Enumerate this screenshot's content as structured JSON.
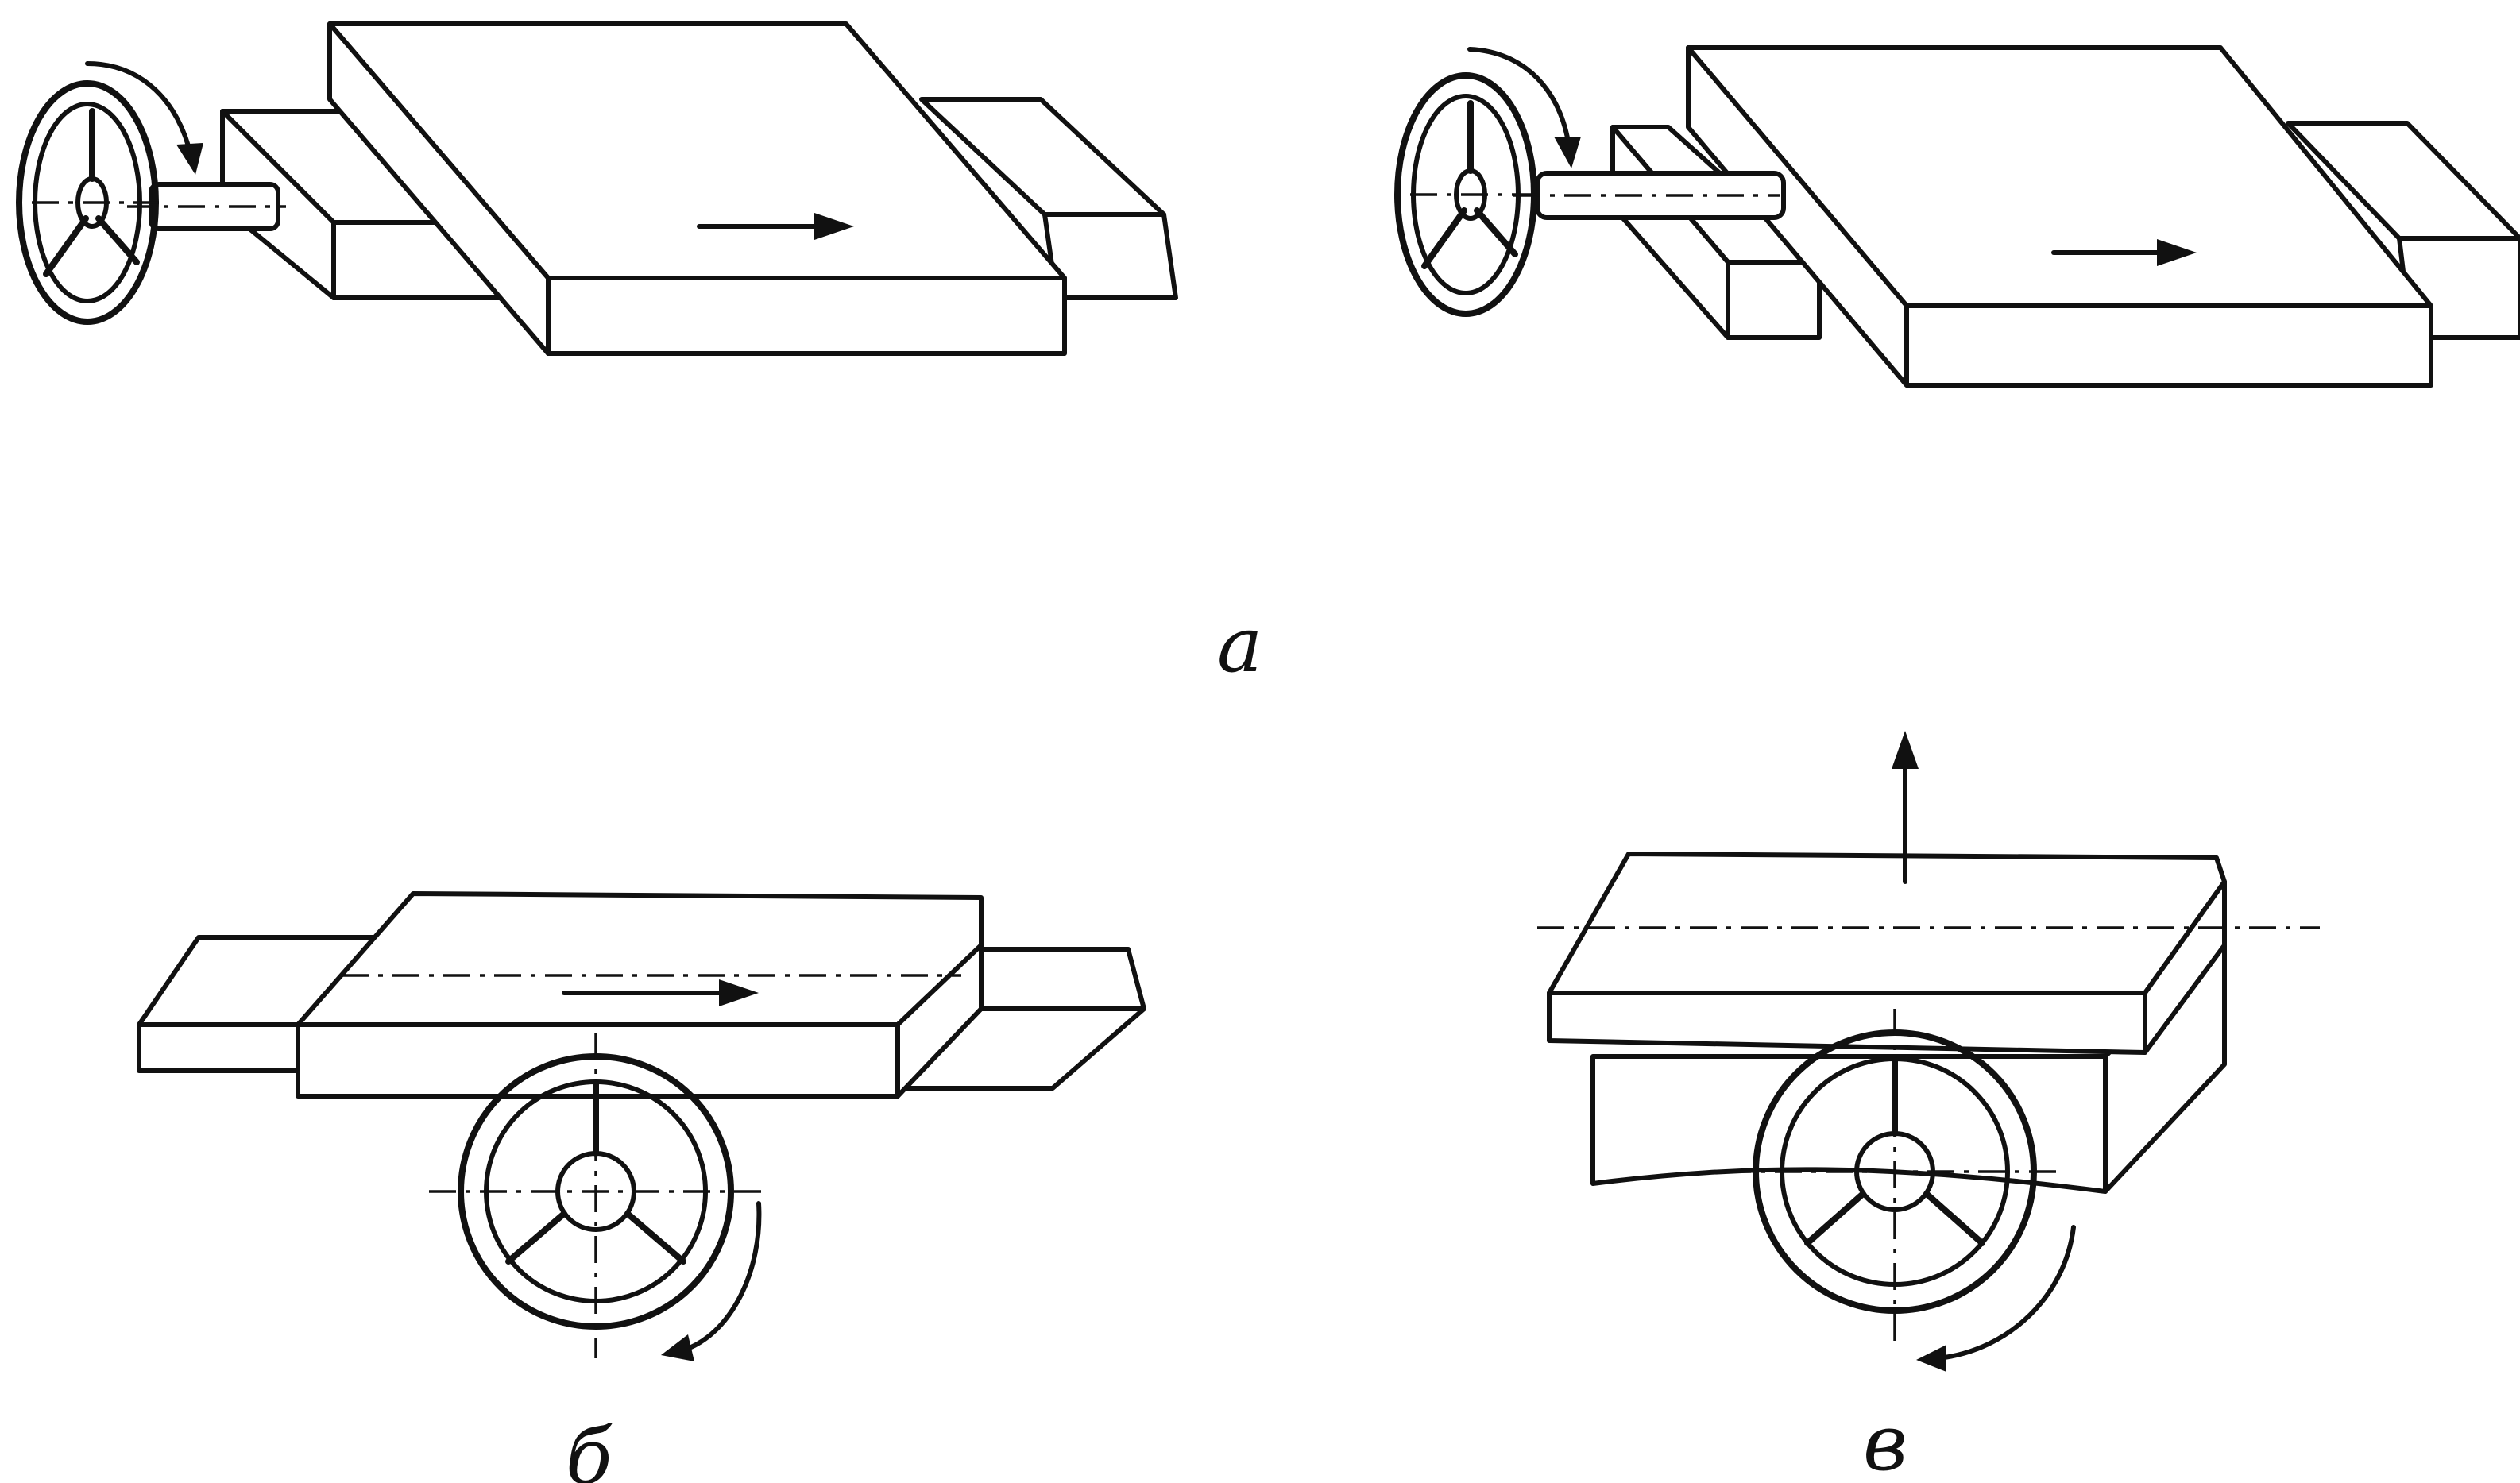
{
  "labels": {
    "a": "а",
    "b": "б",
    "v": "в"
  }
}
